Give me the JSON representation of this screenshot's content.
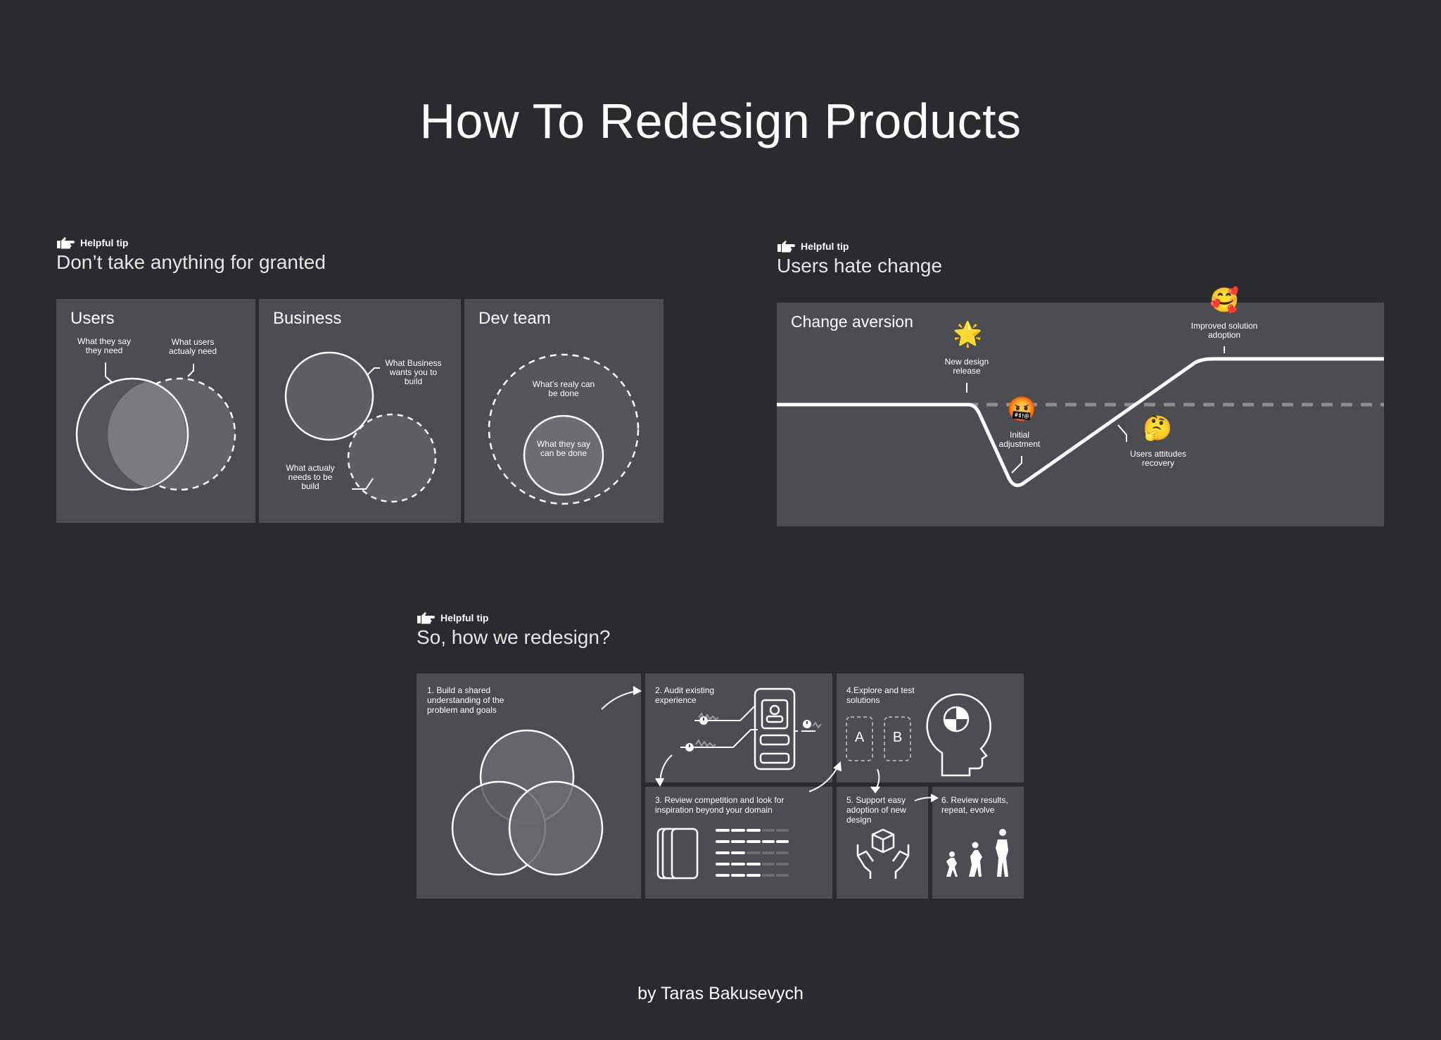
{
  "page": {
    "title": "How To Redesign Products",
    "author": "by Taras Bakusevych"
  },
  "section1": {
    "tip": "Helpful tip",
    "title": "Don’t take anything for granted",
    "panels": {
      "users": {
        "title": "Users",
        "label_a": "What they say they need",
        "label_b": "What users actualy need"
      },
      "business": {
        "title": "Business",
        "label_a": "What Business wants you to build",
        "label_b": "What actualy needs to be build"
      },
      "dev": {
        "title": "Dev team",
        "label_a": "What’s realy can be done",
        "label_b": "What they say can be done"
      }
    }
  },
  "section2": {
    "tip": "Helpful tip",
    "title": "Users hate change",
    "chart": {
      "title": "Change aversion",
      "labels": {
        "release": "New design release",
        "initial": "Initial adjustment",
        "recovery": "Users attitudes recovery",
        "adoption": "Improved solution adoption"
      },
      "emojis": {
        "release": "🌟",
        "initial": "🤬",
        "recovery": "🤔",
        "adoption": "🥰"
      }
    }
  },
  "section3": {
    "tip": "Helpful tip",
    "title": "So, how we redesign?",
    "steps": {
      "s1": "1. Build a shared understanding of the problem and goals",
      "s2": "2. Audit existing experience",
      "s3": "3. Review competition and look for inspiration beyond your domain",
      "s4": "4.Explore and test solutions",
      "s5": "5. Support easy adoption of new design",
      "s6": "6. Review results, repeat, evolve"
    },
    "ab": {
      "a": "A",
      "b": "B"
    }
  },
  "colors": {
    "background": "#2a2b2f",
    "panel": "#4c4d52",
    "line": "#ffffff"
  },
  "icons": [
    "pointing-hand-icon",
    "phone-wireframe-icon",
    "warning-icon",
    "cards-stack-icon",
    "list-lines-icon",
    "head-profile-icon",
    "hands-box-icon",
    "evolution-icon",
    "arrow-icon"
  ]
}
